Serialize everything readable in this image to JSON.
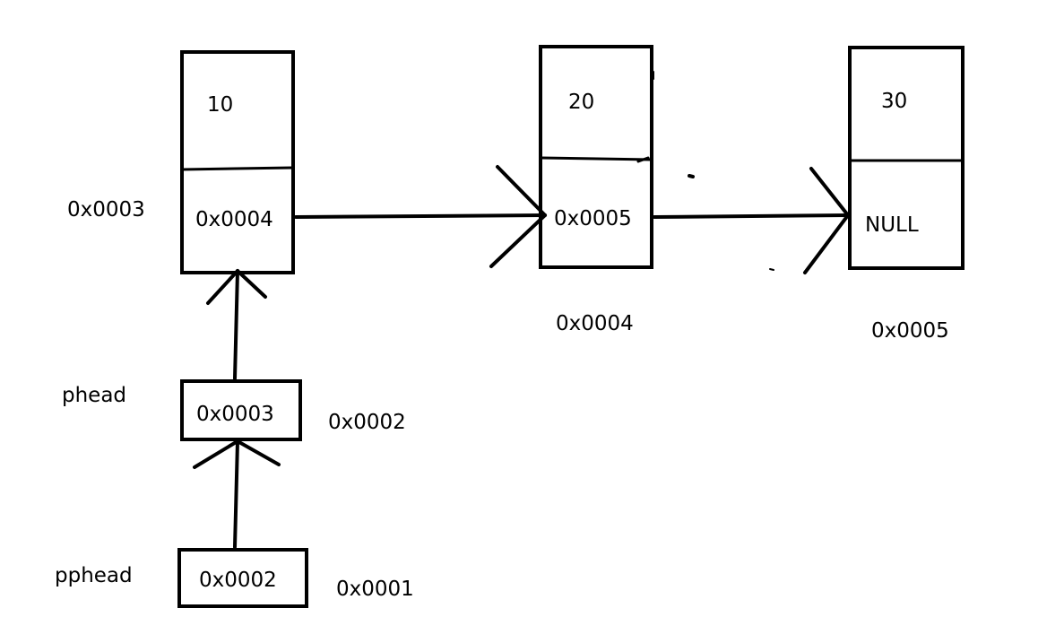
{
  "nodes": [
    {
      "value": "10",
      "next": "0x0004",
      "address": "0x0003"
    },
    {
      "value": "20",
      "next": "0x0005",
      "address": "0x0004"
    },
    {
      "value": "30",
      "next": "NULL",
      "address": "0x0005"
    }
  ],
  "phead": {
    "label": "phead",
    "value": "0x0003",
    "address": "0x0002"
  },
  "pphead": {
    "label": "pphead",
    "value": "0x0002",
    "address": "0x0001"
  }
}
